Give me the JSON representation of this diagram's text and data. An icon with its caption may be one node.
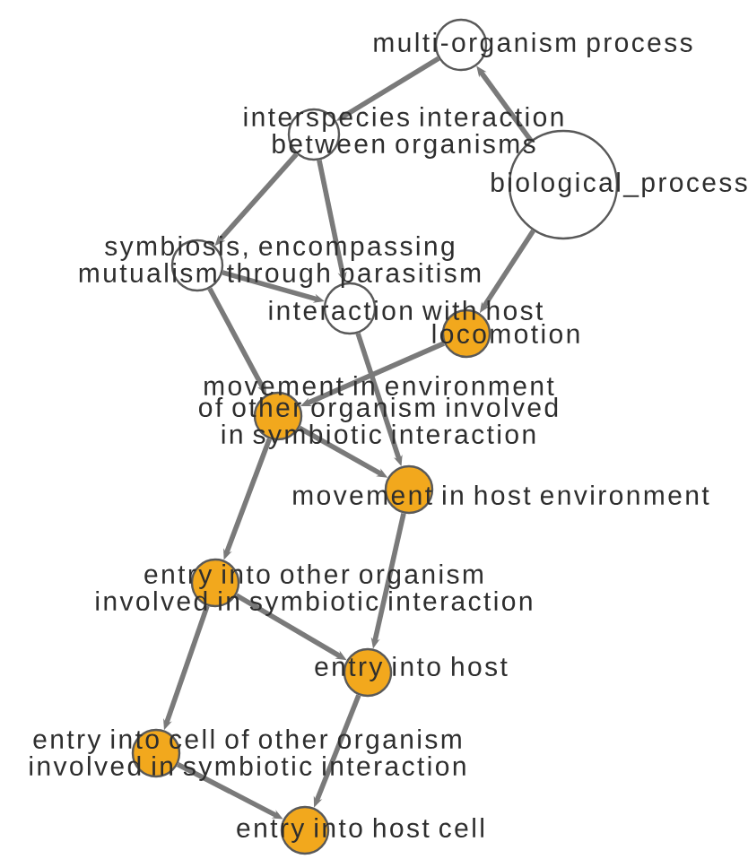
{
  "diagram": {
    "nodes": [
      {
        "text": [
          "multi-organism process"
        ]
      },
      {
        "text": [
          "biological_process"
        ]
      },
      {
        "text": [
          "interspecies interaction between organisms"
        ]
      },
      {
        "text": [
          "symbiosis, encompassing mutualism through parasitism"
        ]
      },
      {
        "text": [
          "interaction with host"
        ]
      },
      {
        "text": [
          "locomotion"
        ]
      },
      {
        "text": [
          "movement in environment of other organism involved in symbiotic interaction"
        ]
      },
      {
        "text": [
          "movement in host environment"
        ]
      },
      {
        "text": [
          "entry into other organism involved in symbiotic interaction"
        ]
      },
      {
        "text": [
          "entry into host"
        ]
      },
      {
        "text": [
          "entry into cell of other organism involved in symbiotic interaction"
        ]
      },
      {
        "text": [
          "entry into host cell"
        ]
      }
    ],
    "edges": [
      {
        "from": 1,
        "to": 0,
        "arrow": "to"
      },
      {
        "from": 0,
        "to": 2,
        "arrow": "to"
      },
      {
        "from": 2,
        "to": 3,
        "arrow": "to"
      },
      {
        "from": 2,
        "to": 4,
        "arrow": "to"
      },
      {
        "from": 3,
        "to": 4,
        "arrow": "to"
      },
      {
        "from": 1,
        "to": 5,
        "arrow": "to"
      },
      {
        "from": 3,
        "to": 6,
        "arrow": "to"
      },
      {
        "from": 5,
        "to": 6,
        "arrow": "to"
      },
      {
        "from": 4,
        "to": 7,
        "arrow": "to"
      },
      {
        "from": 6,
        "to": 7,
        "arrow": "to"
      },
      {
        "from": 6,
        "to": 8,
        "arrow": "to"
      },
      {
        "from": 7,
        "to": 9,
        "arrow": "to"
      },
      {
        "from": 8,
        "to": 9,
        "arrow": "to"
      },
      {
        "from": 8,
        "to": 10,
        "arrow": "to"
      },
      {
        "from": 9,
        "to": 11,
        "arrow": "to"
      },
      {
        "from": 10,
        "to": 11,
        "arrow": "to"
      }
    ]
  }
}
